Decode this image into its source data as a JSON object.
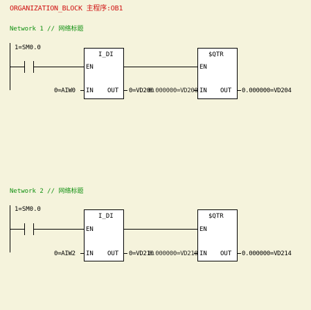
{
  "block_title": "ORGANIZATION_BLOCK 主程序:OB1",
  "colors": {
    "background": "#f5f3dc",
    "title": "#d01010",
    "network_comment": "#109010",
    "lines": "#000000",
    "box_fill": "#ffffff"
  },
  "networks": [
    {
      "title": "Network 1 // 网络标题",
      "contact": "1=SM0.0",
      "box1": {
        "name": "I_DI",
        "en": "EN",
        "in_label": "IN",
        "out_label": "OUT",
        "in_value": "0=AIW0",
        "out_value": "0=VD200"
      },
      "box2": {
        "name": "$QTR",
        "en": "EN",
        "in_label": "IN",
        "out_label": "OUT",
        "in_value": "0.000000=VD200",
        "out_value": "0.000000=VD204"
      }
    },
    {
      "title": "Network 2 // 网络标题",
      "contact": "1=SM0.0",
      "box1": {
        "name": "I_DI",
        "en": "EN",
        "in_label": "IN",
        "out_label": "OUT",
        "in_value": "0=AIW2",
        "out_value": "0=VD210"
      },
      "box2": {
        "name": "$QTR",
        "en": "EN",
        "in_label": "IN",
        "out_label": "OUT",
        "in_value": "0.000000=VD210",
        "out_value": "0.000000=VD214"
      }
    }
  ]
}
